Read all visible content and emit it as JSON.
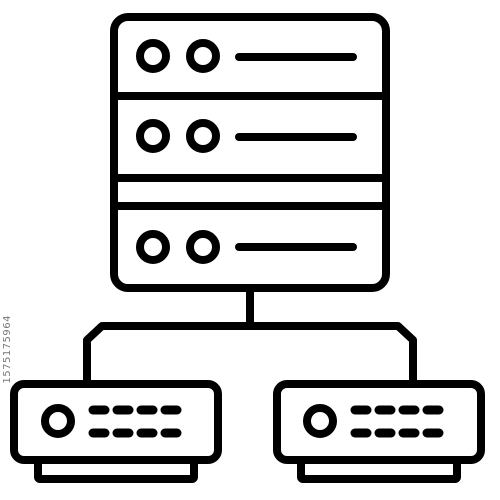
{
  "icon": {
    "name": "server-network-icon",
    "stroke_color": "#000000",
    "background_color": "#ffffff"
  },
  "server_rack": {
    "units": [
      {
        "name": "server-unit-top"
      },
      {
        "name": "server-unit-middle"
      },
      {
        "name": "server-unit-bottom"
      }
    ]
  },
  "network_devices": [
    {
      "name": "network-device-left"
    },
    {
      "name": "network-device-right"
    }
  ],
  "watermark": {
    "id_text": "1575175964"
  }
}
